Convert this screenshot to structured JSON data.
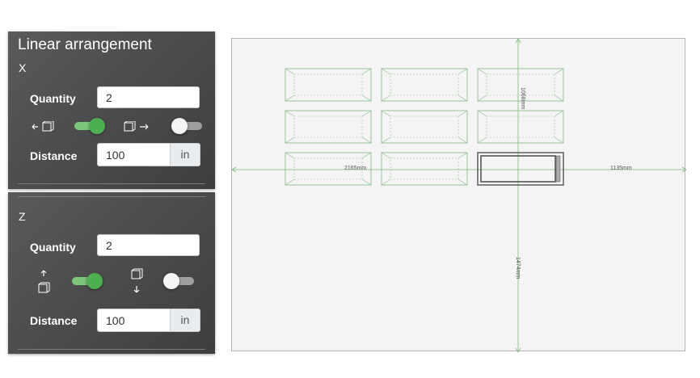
{
  "panel_x": {
    "title": "Linear arrangement",
    "axis": "X",
    "quantity_label": "Quantity",
    "quantity_value": "2",
    "direction_negative_icon": "arrow-left-box-icon",
    "direction_positive_icon": "box-arrow-right-icon",
    "toggle_negative_on": true,
    "toggle_positive_on": false,
    "distance_label": "Distance",
    "distance_value": "100",
    "distance_unit": "in"
  },
  "panel_z": {
    "axis": "Z",
    "quantity_label": "Quantity",
    "quantity_value": "2",
    "direction_up_icon": "arrow-up-box-icon",
    "direction_down_icon": "box-arrow-down-icon",
    "toggle_up_on": true,
    "toggle_down_on": false,
    "distance_label": "Distance",
    "distance_value": "100",
    "distance_unit": "in"
  },
  "viewport": {
    "dim_top": "1068mm",
    "dim_left": "2165mm",
    "dim_right": "1135mm",
    "dim_bottom": "1474mm",
    "colors": {
      "guide": "#7ab87a",
      "box": "#8fbf8f",
      "selected": "#555555",
      "background": "#f4f4f4"
    }
  }
}
